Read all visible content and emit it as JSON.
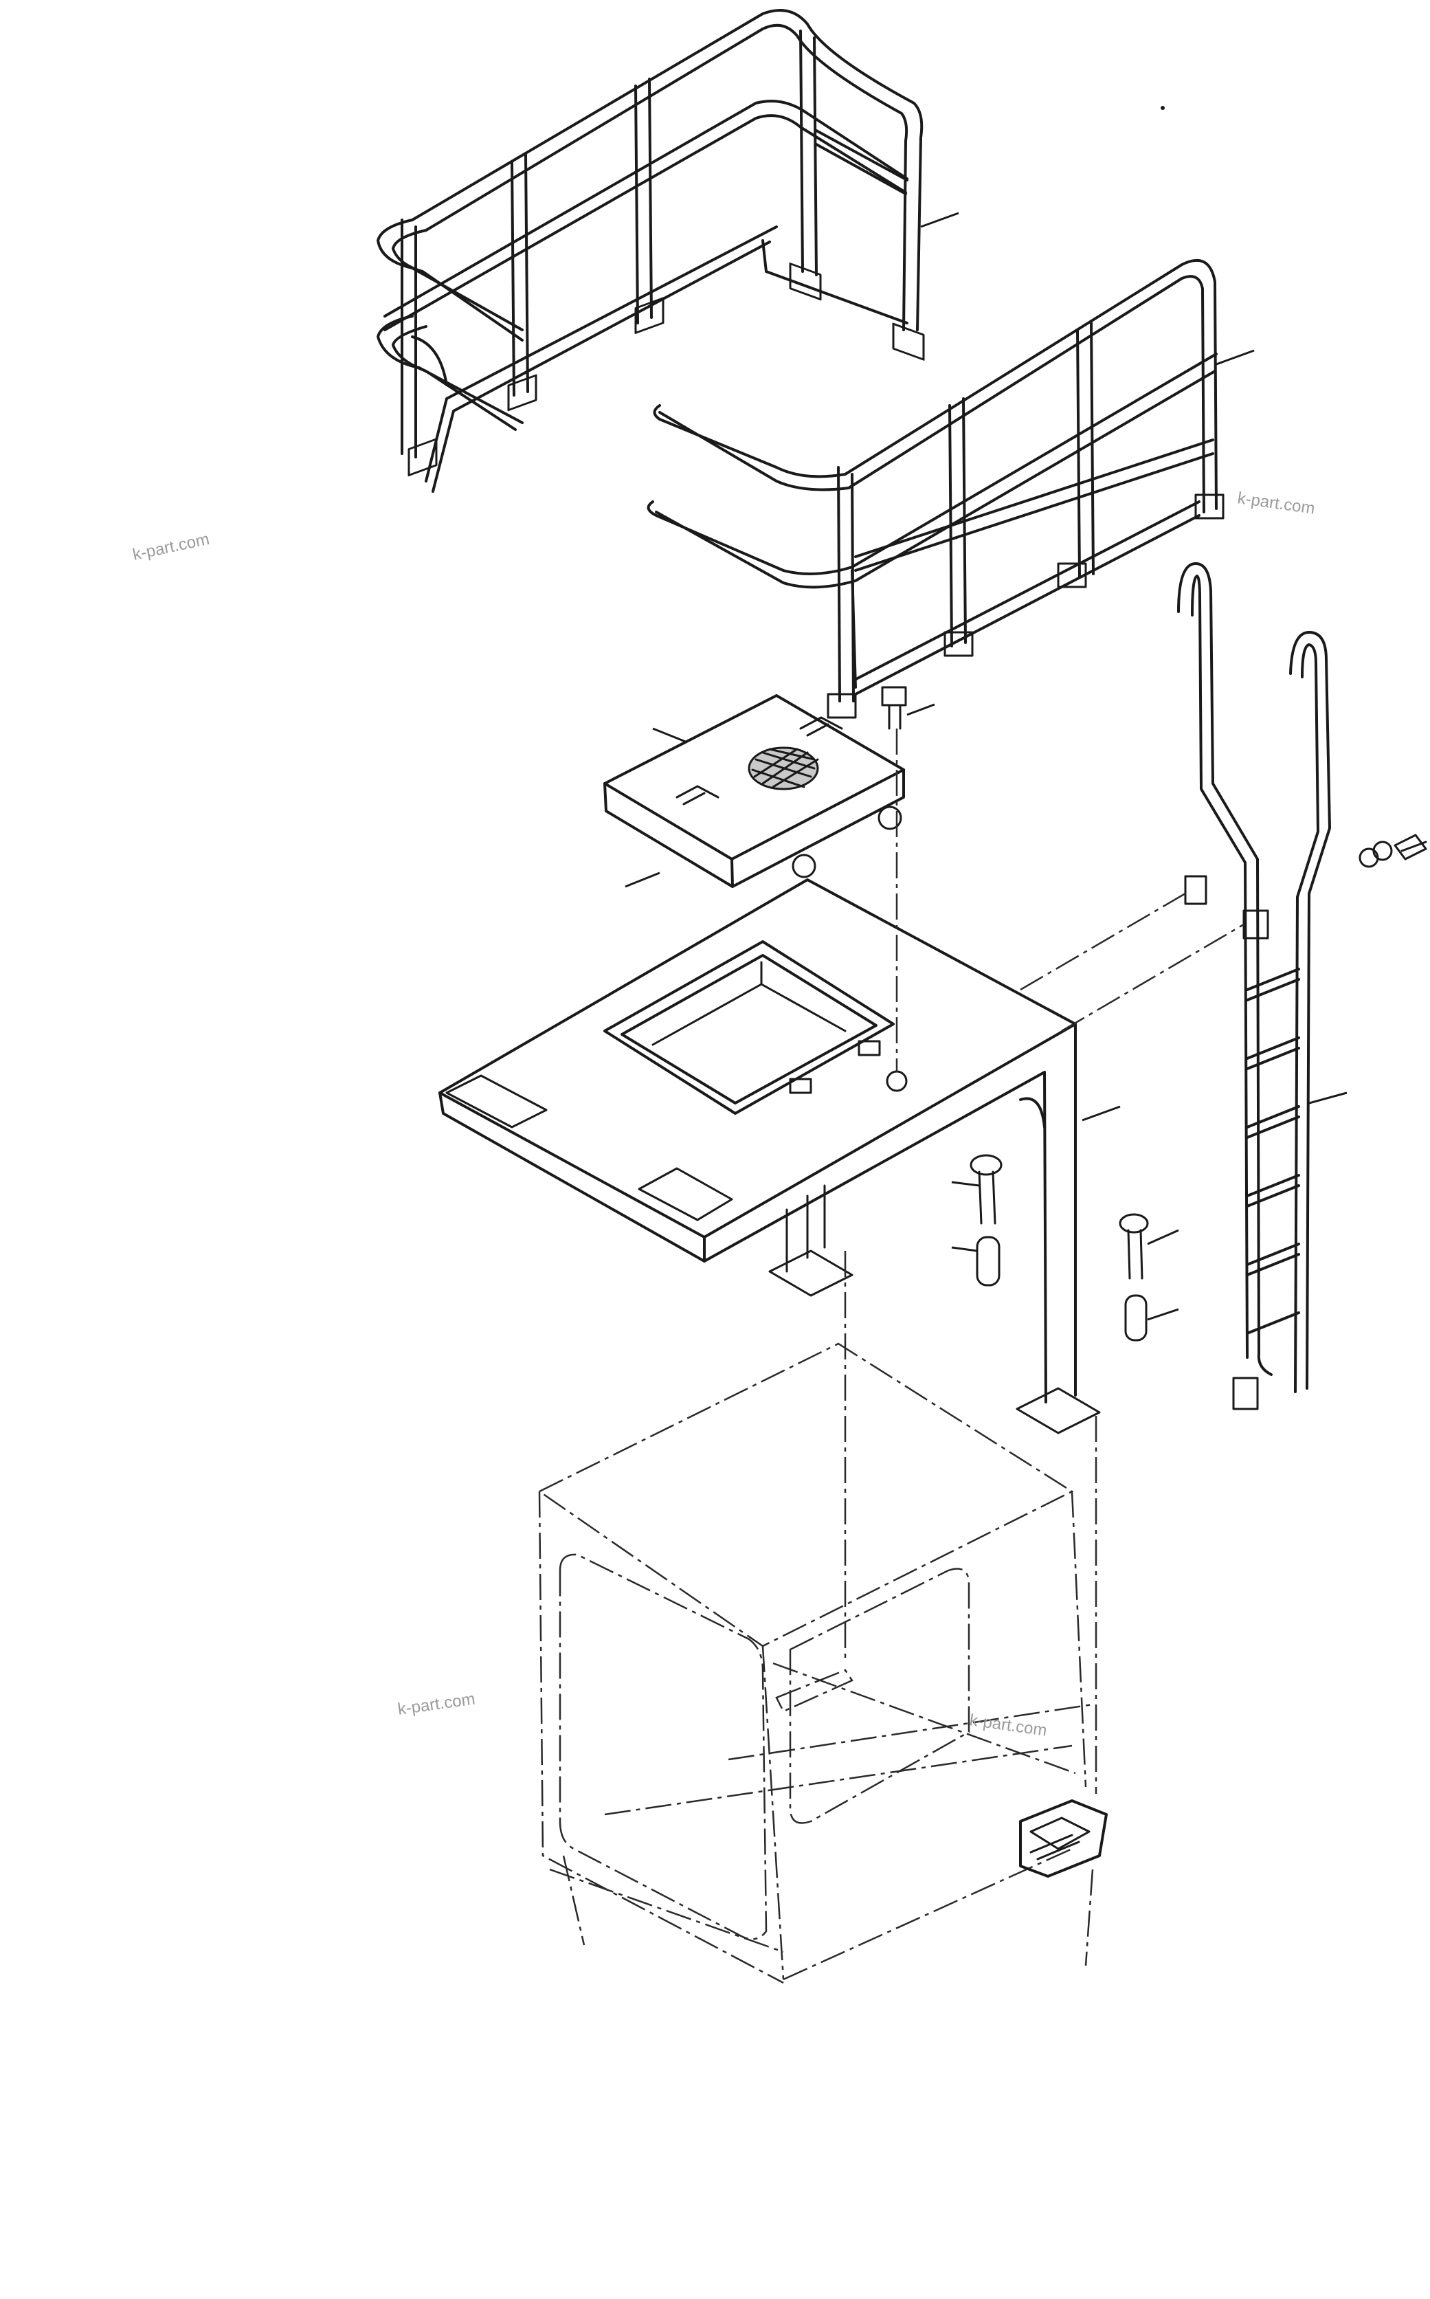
{
  "watermarks": [
    "k-part.com",
    "k-part.com",
    "k-part.com",
    "k-part.com"
  ],
  "colors": {
    "line": "#1a1a1a",
    "watermark": "#9a9a9a",
    "background": "#ffffff"
  }
}
